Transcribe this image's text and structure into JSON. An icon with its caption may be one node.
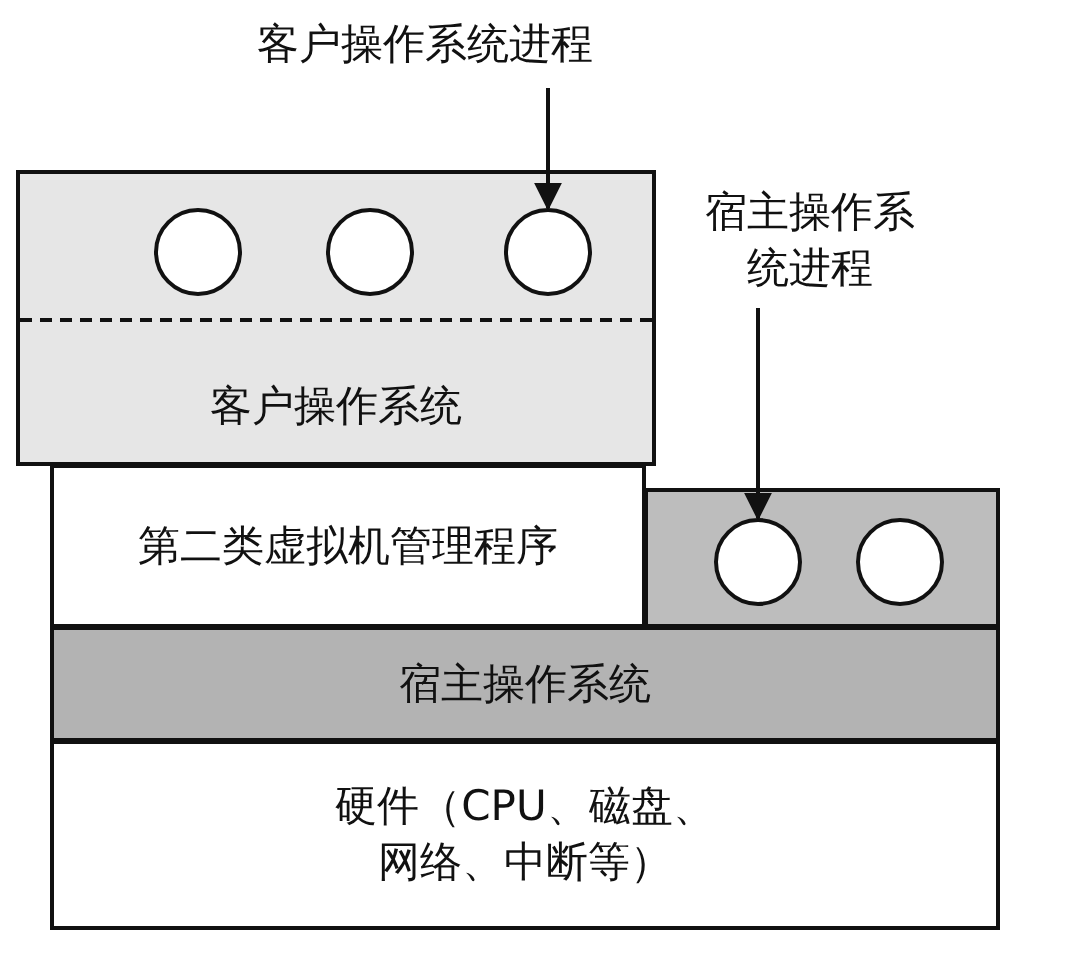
{
  "diagram": {
    "nodes": [
      {
        "text": [
          "客户操作系统进程"
        ]
      },
      {
        "text": [
          "客户操作系统"
        ]
      },
      {
        "text": [],
        "shape": "circle",
        "in": 1
      },
      {
        "text": [],
        "shape": "circle",
        "in": 1
      },
      {
        "text": [],
        "shape": "circle",
        "in": 1
      },
      {
        "text": [
          "宿主操作系统进程"
        ]
      },
      {
        "text": [
          "第二类虚拟机管理程序"
        ]
      },
      {
        "text": [],
        "shape": "box"
      },
      {
        "text": [],
        "shape": "circle",
        "in": 7
      },
      {
        "text": [],
        "shape": "circle",
        "in": 7
      },
      {
        "text": [
          "宿主操作系统"
        ]
      },
      {
        "text": [
          "硬件（CPU、磁盘、网络、中断等）"
        ]
      }
    ],
    "edges": [
      {
        "from": 0,
        "to": 4,
        "arrow": "to"
      },
      {
        "from": 5,
        "to": 8,
        "arrow": "to"
      }
    ]
  }
}
